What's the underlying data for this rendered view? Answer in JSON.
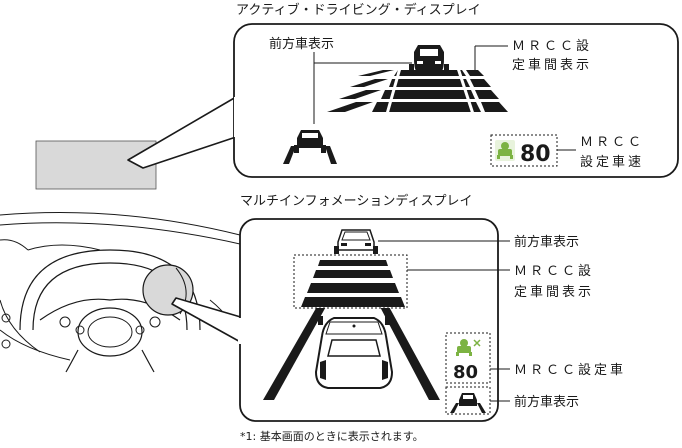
{
  "colors": {
    "line": "#1a1a1a",
    "indicator_green": "#7cb342",
    "indicator_bg": "#e8f3dc",
    "panel_fill": "#ffffff",
    "windshield_box": "#d9d9d9",
    "gauge_fill": "#d9d9d9"
  },
  "icons": [
    "vehicle-icon",
    "mrcc-cruise-icon",
    "steering-wheel-icon",
    "speed-gauge-icon"
  ],
  "adhud": {
    "title": "アクティブ・ドライビング・ディスプレイ",
    "label_front_vehicle": "前方車表示",
    "label_distance_line1": "ＭＲＣＣ設",
    "label_distance_line2": "定車間表示",
    "label_speed_line1": "ＭＲＣＣ",
    "label_speed_line2": "設定車速",
    "speed_value": "80"
  },
  "mid": {
    "title": "マルチインフォメーションディスプレイ",
    "label_front_vehicle": "前方車表示",
    "label_distance_line1": "ＭＲＣＣ設",
    "label_distance_line2": "定車間表示",
    "label_set_vehicle": "ＭＲＣＣ設定車",
    "label_front_vehicle_basic": "前方車表示",
    "speed_value": "80",
    "footnote_marker": "*1"
  },
  "footnote": "*1: 基本画面のときに表示されます。"
}
